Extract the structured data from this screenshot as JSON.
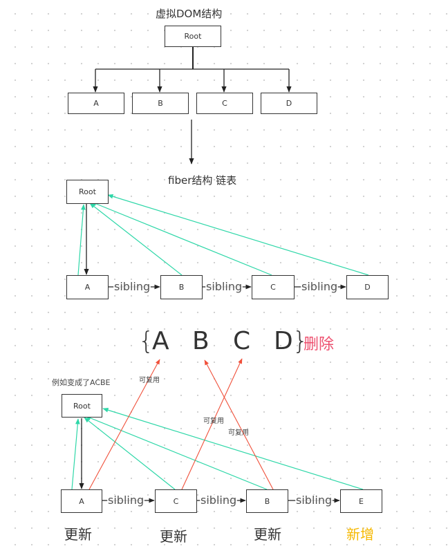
{
  "diagram": {
    "vdom_title": "虚拟DOM结构",
    "fiber_title": "fiber结构 链表",
    "example_note": "例如变成了ACBE",
    "root_label": "Root",
    "sibling_label": "sibling",
    "reuse_label": "可复用",
    "delete_label": "删除",
    "vdom_children": [
      "A",
      "B",
      "C",
      "D"
    ],
    "fiber_children": [
      "A",
      "B",
      "C",
      "D"
    ],
    "old_list": {
      "open_brace": "{",
      "close_brace": "}",
      "items": [
        "A",
        "B",
        "C",
        "D"
      ]
    },
    "new_children": [
      {
        "label": "A",
        "status": "更新"
      },
      {
        "label": "C",
        "status": "更新"
      },
      {
        "label": "B",
        "status": "更新"
      },
      {
        "label": "E",
        "status": "新增"
      }
    ]
  },
  "colors": {
    "tree_line": "#222222",
    "return_arrow": "#2ed7a8",
    "reuse_arrow": "#f0503a",
    "delete_text": "#ee4f6e",
    "added_text": "#f5b800"
  }
}
